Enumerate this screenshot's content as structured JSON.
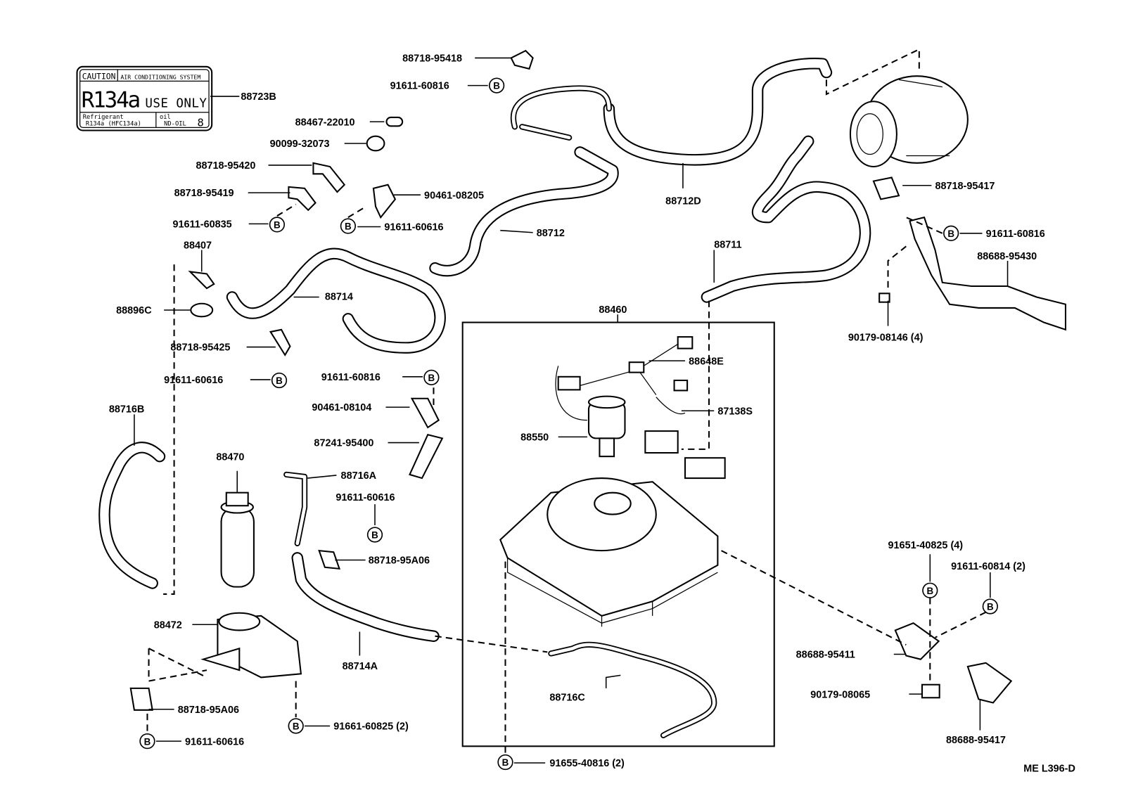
{
  "caution_label": {
    "caution": "CAUTION",
    "system": "AIR CONDITIONING SYSTEM",
    "refrigerant_big": "R134a",
    "use_only": "USE ONLY",
    "refrigerant_label": "Refrigerant",
    "refrigerant_value": "R134a (HFC134a)",
    "oil_label": "oil",
    "oil_value": "ND-OIL",
    "oil_number": "8"
  },
  "bolt_marker": "B",
  "part_labels": {
    "p88718_95418": "88718-95418",
    "p91611_60816_a": "91611-60816",
    "p88723B": "88723B",
    "p88467_22010": "88467-22010",
    "p90099_32073": "90099-32073",
    "p88718_95420": "88718-95420",
    "p88718_95419": "88718-95419",
    "p90461_08205": "90461-08205",
    "p91611_60835": "91611-60835",
    "p91611_60616_a": "91611-60616",
    "p88712": "88712",
    "p88712D": "88712D",
    "p88718_95417": "88718-95417",
    "p91611_60816_b": "91611-60816",
    "p88688_95430": "88688-95430",
    "p88711": "88711",
    "p88407": "88407",
    "p88714": "88714",
    "p88896C": "88896C",
    "p88460": "88460",
    "p90179_08146": "90179-08146 (4)",
    "p88718_95425": "88718-95425",
    "p88648E": "88648E",
    "p91611_60616_b": "91611-60616",
    "p91611_60816_c": "91611-60816",
    "p90461_08104": "90461-08104",
    "p87138S": "87138S",
    "p88716B": "88716B",
    "p87241_95400": "87241-95400",
    "p88550": "88550",
    "p88470": "88470",
    "p88716A": "88716A",
    "p91611_60616_c": "91611-60616",
    "p88718_95A06_a": "88718-95A06",
    "p91651_40825": "91651-40825 (4)",
    "p91611_60814": "91611-60814 (2)",
    "p88472": "88472",
    "p88714A": "88714A",
    "p88688_95411": "88688-95411",
    "p88716C": "88716C",
    "p90179_08065": "90179-08065",
    "p88718_95A06_b": "88718-95A06",
    "p91661_60825": "91661-60825 (2)",
    "p91611_60616_d": "91611-60616",
    "p88688_95417": "88688-95417",
    "p91655_40816": "91655-40816 (2)"
  },
  "diagram_code": "ME L396-D"
}
